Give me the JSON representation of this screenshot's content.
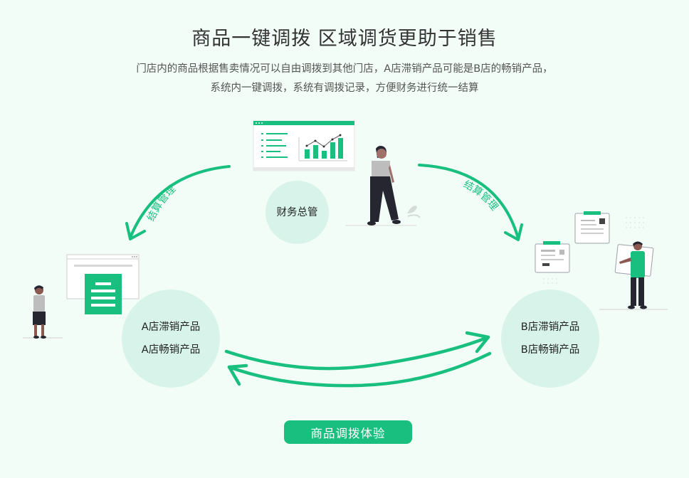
{
  "header": {
    "title": "商品一键调拨 区域调货更助于销售",
    "subtitle_lines": [
      "门店内的商品根据售卖情况可以自由调拨到其他门店，A店滞销产品可能是B店的畅销产品，",
      "系统内一键调拨，系统有调拨记录，方便财务进行统一结算"
    ]
  },
  "diagram": {
    "center_node": {
      "label": "财务总管"
    },
    "left_node": {
      "lines": [
        "A店滞销产品",
        "A店畅销产品"
      ]
    },
    "right_node": {
      "lines": [
        "B店滞销产品",
        "B店畅销产品"
      ]
    },
    "left_arrow_label": "结算管理",
    "right_arrow_label": "结算管理"
  },
  "cta": {
    "label": "商品调拨体验"
  },
  "colors": {
    "accent": "#19bf7f",
    "circle_fill": "#d8f4ea",
    "background": "#f3fdf8"
  }
}
